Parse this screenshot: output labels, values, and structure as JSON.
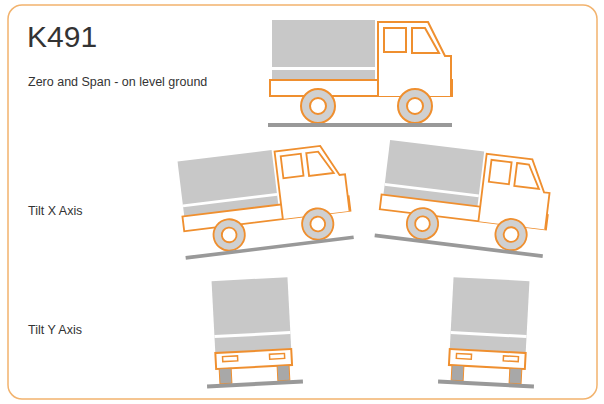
{
  "diagram": {
    "title": "K491",
    "labels": [
      "Zero and Span - on level ground",
      "Tilt X Axis",
      "Tilt Y Axis"
    ]
  }
}
